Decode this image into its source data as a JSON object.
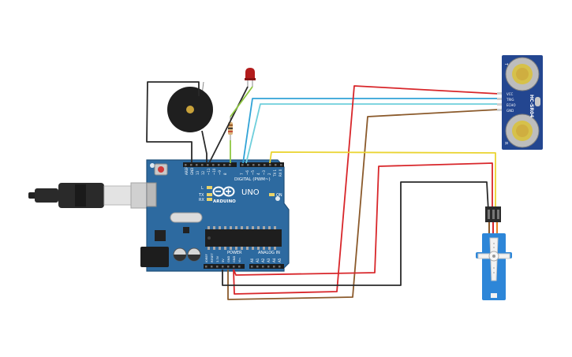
{
  "arduino": {
    "brand": "ARDUINO",
    "model": "UNO",
    "digital_label": "DIGITAL (PWM~)",
    "power_label": "POWER",
    "analog_label": "ANALOG IN",
    "led_labels": [
      "L",
      "TX",
      "RX"
    ],
    "on_label": "ON",
    "aref_label": "AREF",
    "gnd_label": "GND",
    "digital_pins": [
      "13",
      "12",
      "~11",
      "~10",
      "~9",
      "8",
      "7",
      "~6",
      "~5",
      "4",
      "~3",
      "2",
      "TX 1",
      "RX 0"
    ],
    "power_pins": [
      "IOREF",
      "RESET",
      "3.3V",
      "5V",
      "GND",
      "GND",
      "Vin"
    ],
    "analog_pins": [
      "A0",
      "A1",
      "A2",
      "A3",
      "A4",
      "A5"
    ]
  },
  "sensor": {
    "name": "HC-SR04",
    "pins": [
      "VCC",
      "TRIG",
      "ECHO",
      "GND"
    ],
    "side_labels": [
      "T",
      "R"
    ]
  },
  "colors": {
    "board": "#2d6aa0",
    "board_edge": "#1f4f7a",
    "wire_red": "#d8262a",
    "wire_black": "#2a2a2a",
    "wire_yellow": "#ead431",
    "wire_blue": "#31a3d6",
    "wire_cyan": "#6fcfdc",
    "wire_brown": "#8b5a2b",
    "wire_green": "#8ec640",
    "servo": "#2d86d8"
  }
}
